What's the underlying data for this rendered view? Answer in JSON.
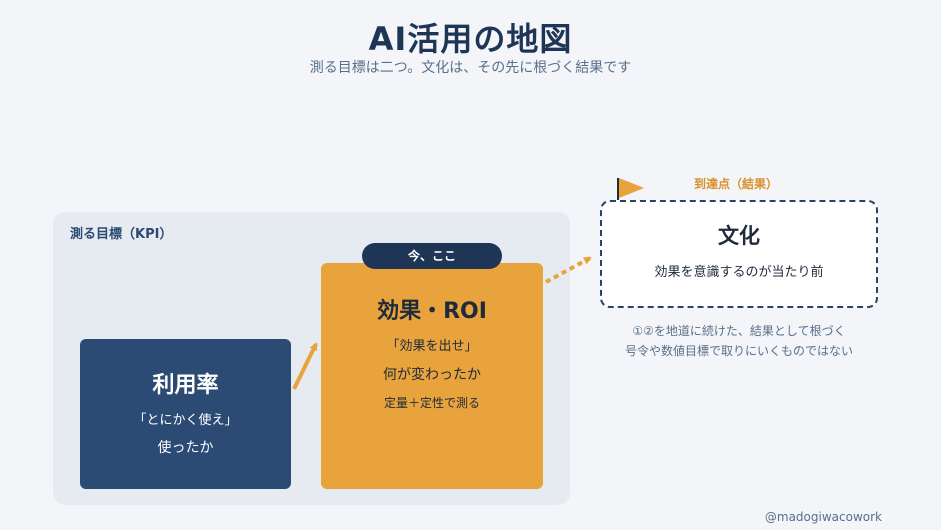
{
  "header": {
    "title": "AI活用の地図",
    "subtitle": "測る目標は二つ。文化は、その先に根づく結果です"
  },
  "kpi": {
    "label": "測る目標（KPI）",
    "usage": {
      "title": "利用率",
      "quote": "「とにかく使え」",
      "sub": "使ったか"
    },
    "roi": {
      "badge": "今、ここ",
      "title": "効果・ROI",
      "quote": "「効果を出せ」",
      "sub1": "何が変わったか",
      "sub2": "定量＋定性で測る"
    }
  },
  "goal": {
    "label": "到達点（結果）",
    "title": "文化",
    "sub": "効果を意識するのが当たり前",
    "note_line1": "①②を地道に続けた、結果として根づく",
    "note_line2": "号令や数値目標で取りにいくものではない"
  },
  "watermark": "@madogiwacowork",
  "colors": {
    "navy": "#2b4a74",
    "orange": "#e8a33c",
    "dark": "#1f3556",
    "panel": "#e6ebf2",
    "accent_text": "#d9902c"
  }
}
